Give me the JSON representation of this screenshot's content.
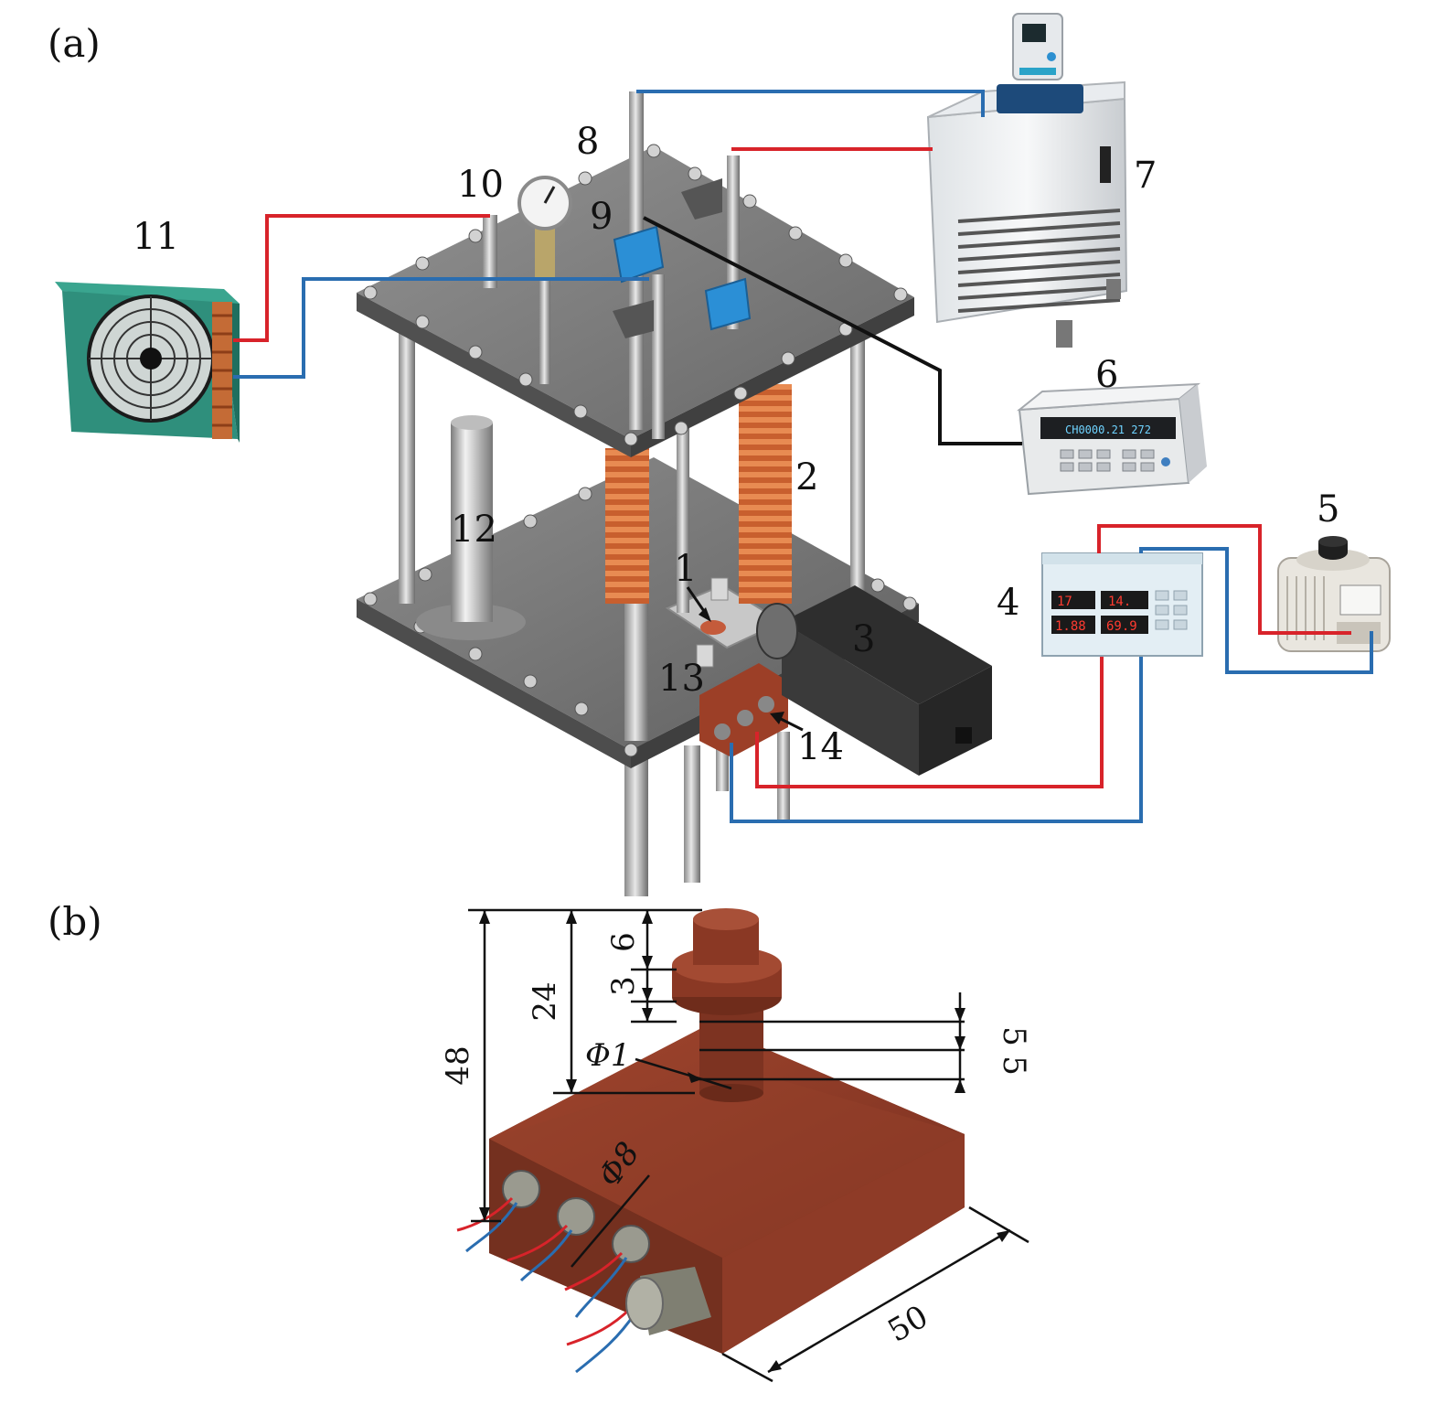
{
  "panels": {
    "a": "(a)",
    "b": "(b)"
  },
  "labels": {
    "n1": "1",
    "n2": "2",
    "n3": "3",
    "n4": "4",
    "n5": "5",
    "n6": "6",
    "n7": "7",
    "n8": "8",
    "n9": "9",
    "n10": "10",
    "n11": "11",
    "n12": "12",
    "n13": "13",
    "n14": "14"
  },
  "dimensions": {
    "d48": "48",
    "d24": "24",
    "d6": "6",
    "d3": "3",
    "d5a": "5",
    "d5b": "5",
    "phi1": "Φ1",
    "phi8": "Φ8",
    "d50": "50"
  },
  "meters": {
    "power_top_left": "17",
    "power_top_right": "14.",
    "power_bottom_left": "1.88",
    "power_bottom_right": "69.9",
    "multimeter_display": "CH0000.21 272"
  },
  "colors": {
    "hot_line": "#d8232a",
    "cold_line": "#2a6db0",
    "signal_line": "#111111",
    "copper": "#8b3a26",
    "coil": "#d9733a",
    "chamber_plate": "#6f6f6f",
    "blue_fitting": "#2b8fd6"
  }
}
